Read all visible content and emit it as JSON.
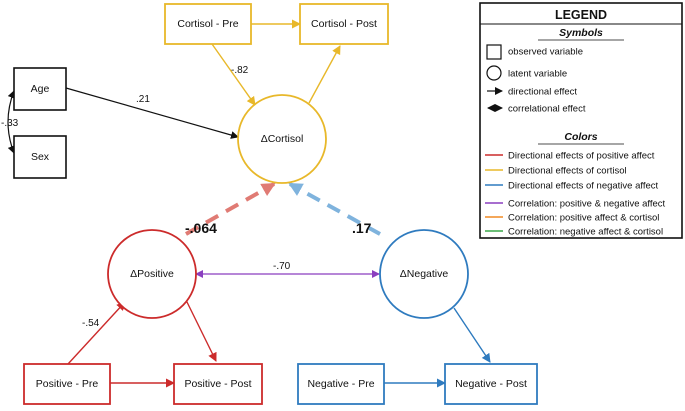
{
  "nodes": {
    "age": {
      "label": "Age",
      "color": "#111111"
    },
    "sex": {
      "label": "Sex",
      "color": "#111111"
    },
    "cortisol_pre": {
      "label": "Cortisol - Pre",
      "color": "#e8b82a"
    },
    "cortisol_post": {
      "label": "Cortisol - Post",
      "color": "#e8b82a"
    },
    "delta_cortisol": {
      "label": "ΔCortisol",
      "color": "#e8b82a"
    },
    "delta_positive": {
      "label": "ΔPositive",
      "color": "#cc2b2b"
    },
    "delta_negative": {
      "label": "ΔNegative",
      "color": "#2f7bbf"
    },
    "positive_pre": {
      "label": "Positive - Pre",
      "color": "#cc2b2b"
    },
    "positive_post": {
      "label": "Positive - Post",
      "color": "#cc2b2b"
    },
    "negative_pre": {
      "label": "Negative - Pre",
      "color": "#2f7bbf"
    },
    "negative_post": {
      "label": "Negative - Post",
      "color": "#2f7bbf"
    }
  },
  "coefficients": {
    "age_sex": "-.33",
    "age_cortisol": ".21",
    "cortisol_pre_delta": "-.82",
    "positive_cortisol": "-.064",
    "negative_cortisol": ".17",
    "positive_negative": "-.70",
    "positive_pre_delta": "-.54"
  },
  "colors": {
    "positive": "#cc2b2b",
    "cortisol": "#e8b82a",
    "negative": "#2f7bbf",
    "corr_pos_neg": "#8a3fbf",
    "corr_pos_cort": "#f08a24",
    "corr_neg_cort": "#3aa84a",
    "black": "#111111",
    "dashed_positive": "#e07b74",
    "dashed_negative": "#7fb3dd"
  },
  "legend": {
    "title": "LEGEND",
    "symbols_header": "Symbols",
    "symbols": [
      {
        "shape": "square",
        "label": "observed variable"
      },
      {
        "shape": "circle",
        "label": "latent variable"
      },
      {
        "shape": "arrow",
        "label": "directional effect"
      },
      {
        "shape": "double-arrow",
        "label": "correlational effect"
      }
    ],
    "colors_header": "Colors",
    "color_items": [
      {
        "color": "#cc2b2b",
        "label": "Directional effects of positive affect"
      },
      {
        "color": "#e8b82a",
        "label": "Directional effects of cortisol"
      },
      {
        "color": "#2f7bbf",
        "label": "Directional effects of negative affect"
      },
      {
        "color": "#8a3fbf",
        "label": "Correlation: positive & negative affect"
      },
      {
        "color": "#f08a24",
        "label": "Correlation: positive affect & cortisol"
      },
      {
        "color": "#3aa84a",
        "label": "Correlation: negative affect & cortisol"
      }
    ]
  }
}
